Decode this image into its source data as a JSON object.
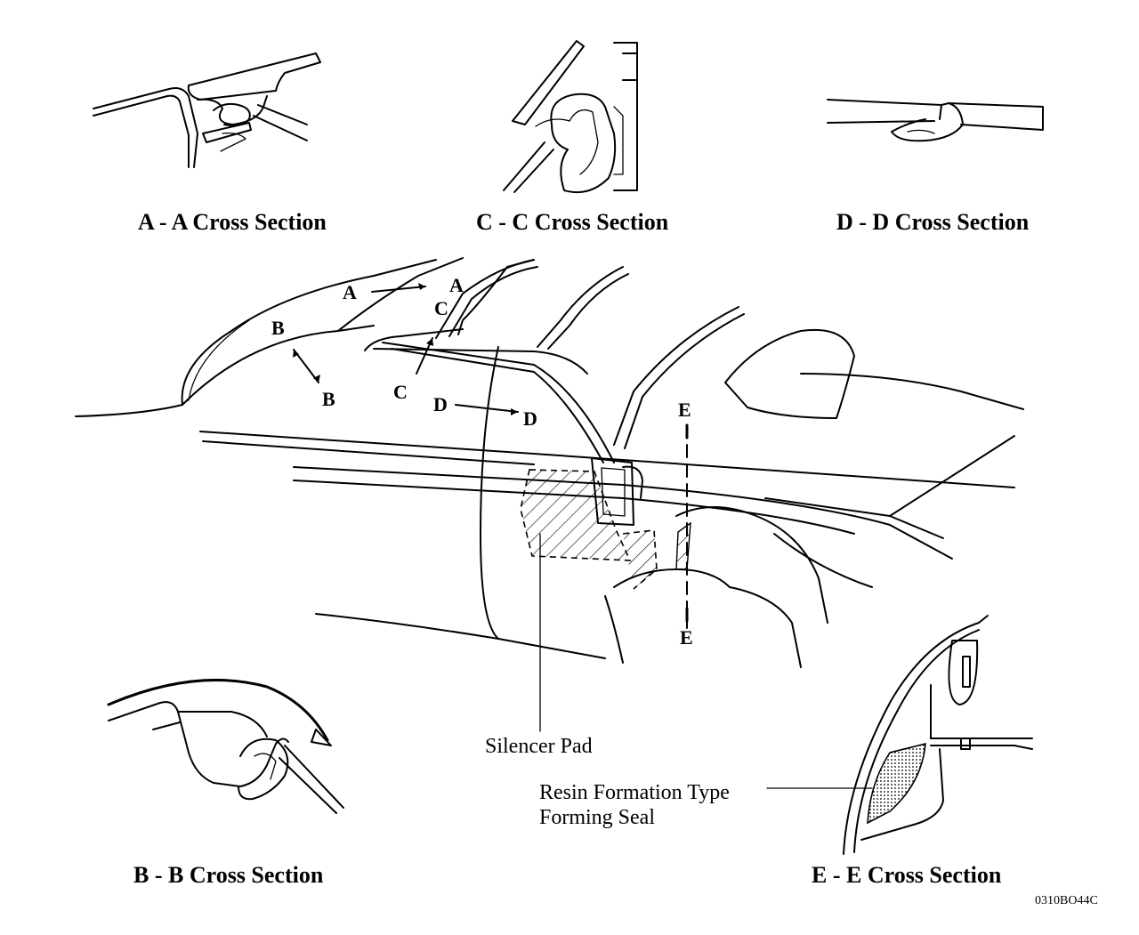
{
  "cross_sections": {
    "a": "A - A Cross Section",
    "c": "C - C Cross Section",
    "d": "D - D Cross Section",
    "b": "B - B Cross Section",
    "e": "E - E Cross Section"
  },
  "section_markers": {
    "a_left": "A",
    "a_right": "A",
    "b_top": "B",
    "b_bottom": "B",
    "c_top": "C",
    "c_bottom": "C",
    "d_left": "D",
    "d_right": "D",
    "e_top": "E",
    "e_bottom": "E"
  },
  "callouts": {
    "silencer_pad": "Silencer Pad",
    "resin_line1": "Resin Formation Type",
    "resin_line2": "Forming Seal"
  },
  "figure_code": "0310BO44C"
}
